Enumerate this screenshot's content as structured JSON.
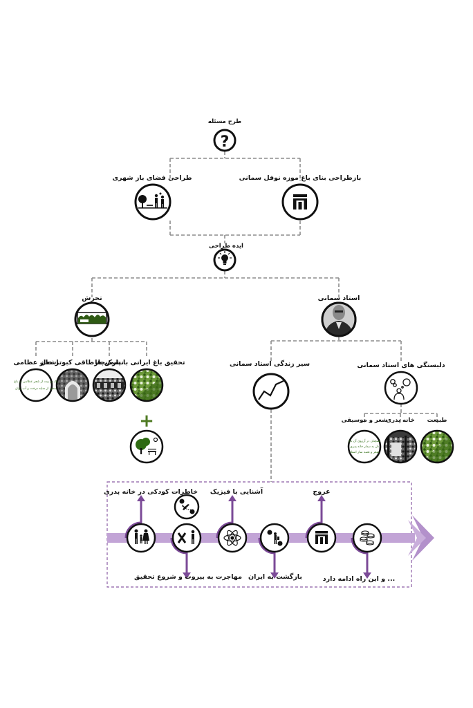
{
  "root": {
    "label": "طرح مسئله",
    "icon": "question-mark-icon"
  },
  "level1": {
    "left": {
      "label": "طراحی فضای باز شهری",
      "icon": "park-family-icon"
    },
    "right": {
      "label": "بازطراحی بنای باغ موزه نوفل سمانی",
      "icon": "gate-icon"
    }
  },
  "idea": {
    "label": "ایده طراحی",
    "icon": "lightbulb-icon"
  },
  "level2": {
    "left": {
      "label": "تحرش",
      "icon": "treeline-icon"
    },
    "right": {
      "label": "استاد سمانی",
      "icon": "portrait-icon"
    }
  },
  "left_children": [
    {
      "label": "تحقیق باغ ایرانی با پارک",
      "icon": "garden-photo-icon"
    },
    {
      "label": "نشمن ها",
      "icon": "pavilion-photo-icon"
    },
    {
      "label": "چارطاقی کبوتر خان",
      "icon": "arch-photo-icon"
    },
    {
      "label": "اشعار عظامی",
      "icon": "poem-icon",
      "lines": [
        "یک دو بیت از شعر عظامی در باغ",
        "سخن از سایه درخت و آب روان"
      ]
    }
  ],
  "plus_sign": "+",
  "park_icon": "park-tree-bench-icon",
  "right_children": [
    {
      "label": "سیر زندگی استاد سمانی",
      "icon": "growth-line-icon"
    },
    {
      "label": "دلبستگی های استاد سمانی",
      "icon": "thinking-person-icon"
    }
  ],
  "interests": [
    {
      "label": "شعر و موسیقی",
      "icon": "poem-icon",
      "lines": [
        "همچنان در آرزوی آن باغ",
        "دل به دیدار خانه پدری",
        "شعر و نغمه ساز استاد"
      ]
    },
    {
      "label": "خانه پدری",
      "icon": "old-house-photo-icon"
    },
    {
      "label": "طبیعت",
      "icon": "nature-photo-icon"
    }
  ],
  "timeline": {
    "steps": [
      {
        "label": "خاطرات کودکی در خانه پدری",
        "icon": "family-icon",
        "position": "above"
      },
      {
        "label": "مهاجرت به بیروت و شروع تحقیق",
        "icon": "migration-icon",
        "position": "below"
      },
      {
        "label": "آشنایی با فیزیک",
        "icon": "atom-icon",
        "position": "above"
      },
      {
        "label": "بازگشت به ایران",
        "icon": "return-journey-icon",
        "position": "below"
      },
      {
        "label": "عروج",
        "icon": "gate-icon",
        "position": "above"
      },
      {
        "label": "و این راه ادامه دارد ...",
        "icon": "stacked-coins-icon",
        "position": "below"
      }
    ],
    "colors": {
      "arrow": "#c2a4d6",
      "accent": "#7b4a97",
      "frame": "#8a5aa3"
    }
  },
  "colors": {
    "connector": "#8c8c8c",
    "photo_green": "#4e7a22",
    "ink": "#111111"
  }
}
